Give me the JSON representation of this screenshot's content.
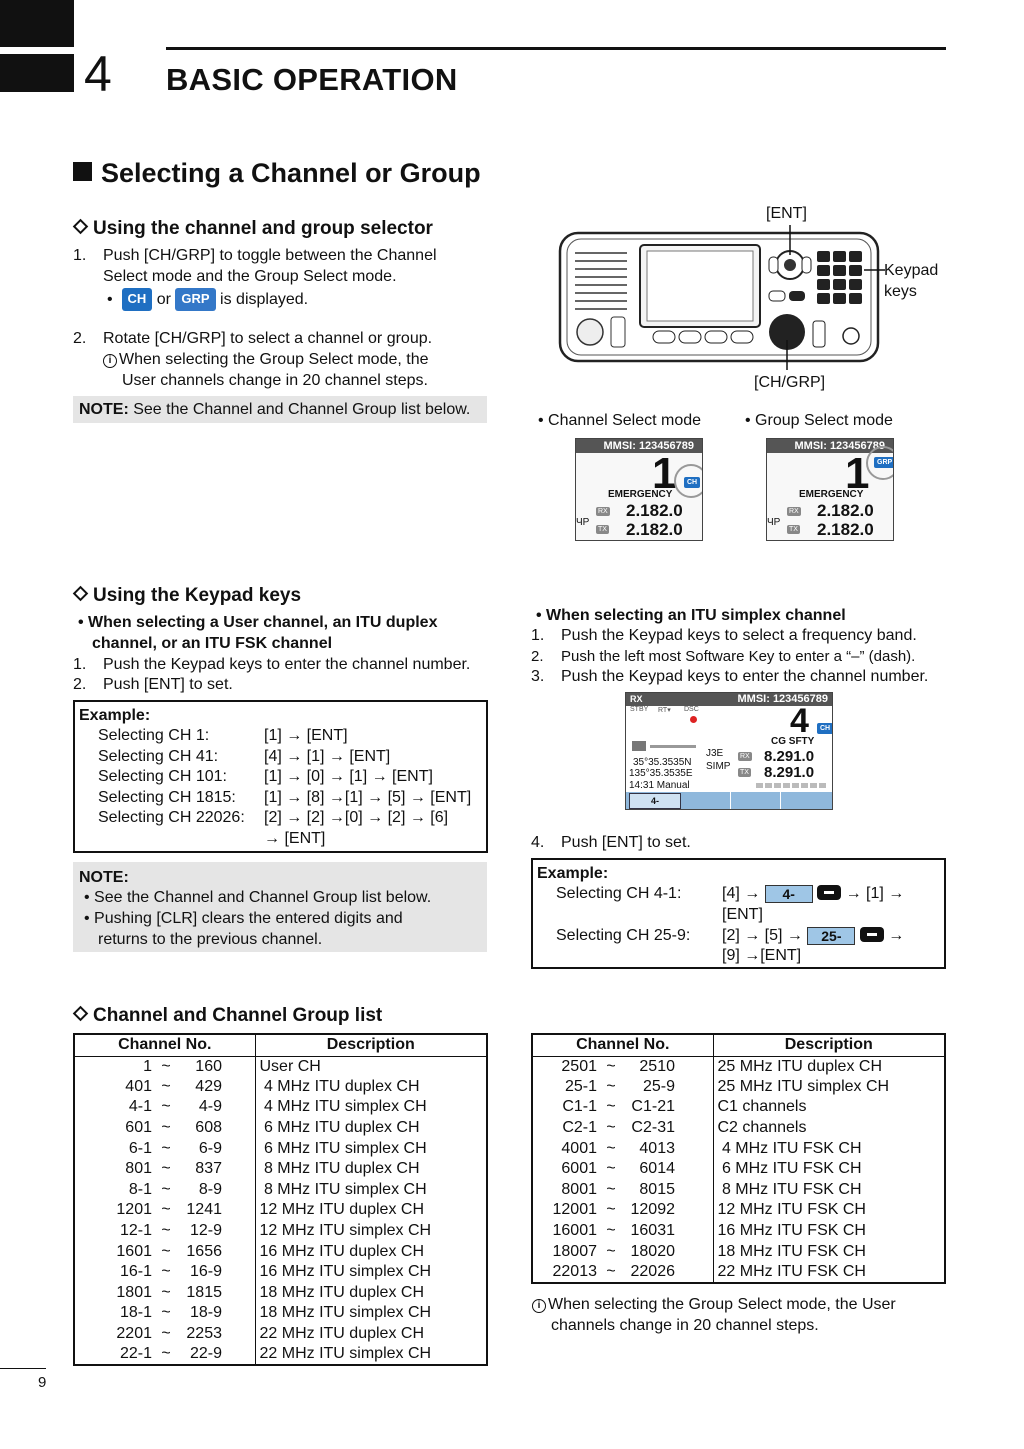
{
  "header": {
    "chapter_number": "4",
    "chapter_title": "BASIC OPERATION"
  },
  "section_title": "Selecting a Channel or Group",
  "selector": {
    "heading": "Using the channel and group selector",
    "step1": {
      "num": "1.",
      "line1": "Push [CH/GRP] to toggle between the Channel",
      "line2": "Select mode and the Group Select mode."
    },
    "displayed": {
      "bullet": "•",
      "ch": "CH",
      "or": "or",
      "grp": "GRP",
      "rest": "is displayed."
    },
    "step2": {
      "num": "2.",
      "line1": "Rotate [CH/GRP] to select a channel or group."
    },
    "info": {
      "line1": "When selecting the Group Select mode, the",
      "line2": "User channels change in 20 channel steps."
    },
    "note": {
      "label": "NOTE:",
      "text": "See the Channel and Channel Group list below."
    }
  },
  "radio": {
    "ent_label": "[ENT]",
    "keypad_label1": "Keypad",
    "keypad_label2": "keys",
    "chgrp_label": "[CH/GRP]"
  },
  "modes": {
    "channel": {
      "caption": "• Channel Select mode",
      "mmsi": "MMSI: 123456789",
      "channel": "1",
      "badge": "CH",
      "name": "EMERGENCY",
      "rx": "RX",
      "tx": "TX",
      "rx_freq": "2.182.0",
      "tx_freq": "2.182.0",
      "side": "ЧP"
    },
    "group": {
      "caption": "• Group Select mode",
      "mmsi": "MMSI: 123456789",
      "channel": "1",
      "badge": "GRP",
      "name": "EMERGENCY",
      "rx": "RX",
      "tx": "TX",
      "rx_freq": "2.182.0",
      "tx_freq": "2.182.0",
      "side": "ЧP"
    }
  },
  "keypad": {
    "heading": "Using the Keypad keys",
    "bullet_line1": "• When selecting a User channel, an ITU duplex",
    "bullet_line2": "channel, or an ITU FSK channel",
    "step1": {
      "num": "1.",
      "text": "Push the Keypad keys to enter the channel number."
    },
    "step2": {
      "num": "2.",
      "text": "Push [ENT] to set."
    },
    "example": {
      "label": "Example:",
      "rows": [
        {
          "label": "Selecting CH 1:",
          "keys": "[1] → [ENT]"
        },
        {
          "label": "Selecting CH 41:",
          "keys": "[4] → [1] → [ENT]"
        },
        {
          "label": "Selecting CH 101:",
          "keys": "[1] → [0] → [1] → [ENT]"
        },
        {
          "label": "Selecting CH 1815:",
          "keys": "[1] → [8] →[1] → [5] → [ENT]"
        },
        {
          "label": "Selecting CH 22026:",
          "keys": "[2] → [2] →[0] → [2] → [6]"
        }
      ],
      "continuation": "→ [ENT]"
    },
    "note": {
      "label": "NOTE:",
      "bullet1": "• See the Channel and Channel Group list below.",
      "bullet2_line1": "• Pushing [CLR] clears the entered digits and",
      "bullet2_line2": "returns to the previous channel."
    }
  },
  "simplex": {
    "bullet": "• When selecting an ITU simplex channel",
    "step1": {
      "num": "1.",
      "text": "Push the Keypad keys to select a frequency band."
    },
    "step2": {
      "num": "2.",
      "text": "Push the left most Software Key to enter a “–” (dash)."
    },
    "step3": {
      "num": "3.",
      "text": "Push the Keypad keys to enter the channel number."
    },
    "screen": {
      "rx": "RX",
      "mmsi": "MMSI: 123456789",
      "tabs": [
        "STBY",
        "RT▾",
        "DSC"
      ],
      "channel": "4",
      "badge": "CH",
      "name": "CG SFTY",
      "mode1": "J3E",
      "mode2": "SIMP",
      "rxl": "RX",
      "txl": "TX",
      "rx_freq": "8.291.0",
      "tx_freq": "8.291.0",
      "lat": "35°35.3535N",
      "lon": "135°35.3535E",
      "time": "14:31 Manual",
      "softkey": "4-"
    },
    "step4": {
      "num": "4.",
      "text": "Push [ENT] to set."
    },
    "example": {
      "label": "Example:",
      "row1": {
        "label": "Selecting CH 4-1:",
        "pre": "[4] →",
        "cell": "4-",
        "post": "→ [1] →",
        "cont": "[ENT]"
      },
      "row2": {
        "label": "Selecting CH 25-9:",
        "pre": "[2] → [5] →",
        "cell": "25-",
        "post": "→",
        "cont": "[9] →[ENT]"
      }
    }
  },
  "list": {
    "heading": "Channel and Channel Group list",
    "col1": "Channel No.",
    "col2": "Description",
    "tilde": "~",
    "left": [
      {
        "from": "1",
        "to": "160",
        "desc": "User CH"
      },
      {
        "from": "401",
        "to": "429",
        "desc": " 4 MHz ITU duplex CH"
      },
      {
        "from": "4-1",
        "to": "4-9",
        "desc": " 4 MHz ITU simplex CH"
      },
      {
        "from": "601",
        "to": "608",
        "desc": " 6 MHz ITU duplex CH"
      },
      {
        "from": "6-1",
        "to": "6-9",
        "desc": " 6 MHz ITU simplex CH"
      },
      {
        "from": "801",
        "to": "837",
        "desc": " 8 MHz ITU duplex CH"
      },
      {
        "from": "8-1",
        "to": "8-9",
        "desc": " 8 MHz ITU simplex CH"
      },
      {
        "from": "1201",
        "to": "1241",
        "desc": "12 MHz ITU duplex CH"
      },
      {
        "from": "12-1",
        "to": "12-9",
        "desc": "12 MHz ITU simplex CH"
      },
      {
        "from": "1601",
        "to": "1656",
        "desc": "16 MHz ITU duplex CH"
      },
      {
        "from": "16-1",
        "to": "16-9",
        "desc": "16 MHz ITU simplex CH"
      },
      {
        "from": "1801",
        "to": "1815",
        "desc": "18 MHz ITU duplex CH"
      },
      {
        "from": "18-1",
        "to": "18-9",
        "desc": "18 MHz ITU simplex CH"
      },
      {
        "from": "2201",
        "to": "2253",
        "desc": "22 MHz ITU duplex CH"
      },
      {
        "from": "22-1",
        "to": "22-9",
        "desc": "22 MHz ITU simplex CH"
      }
    ],
    "right": [
      {
        "from": "2501",
        "to": "2510",
        "desc": "25 MHz ITU duplex CH"
      },
      {
        "from": "25-1",
        "to": "25-9",
        "desc": "25 MHz ITU simplex CH"
      },
      {
        "from": "C1-1",
        "to": "C1-21",
        "desc": "C1 channels"
      },
      {
        "from": "C2-1",
        "to": "C2-31",
        "desc": "C2 channels"
      },
      {
        "from": "4001",
        "to": "4013",
        "desc": " 4 MHz ITU FSK CH"
      },
      {
        "from": "6001",
        "to": "6014",
        "desc": " 6 MHz ITU FSK CH"
      },
      {
        "from": "8001",
        "to": "8015",
        "desc": " 8 MHz ITU FSK CH"
      },
      {
        "from": "12001",
        "to": "12092",
        "desc": "12 MHz ITU FSK CH"
      },
      {
        "from": "16001",
        "to": "16031",
        "desc": "16 MHz ITU FSK CH"
      },
      {
        "from": "18007",
        "to": "18020",
        "desc": "18 MHz ITU FSK CH"
      },
      {
        "from": "22013",
        "to": "22026",
        "desc": "22 MHz ITU FSK CH"
      }
    ],
    "info_line1": "When selecting the Group Select mode, the User",
    "info_line2": "channels change in 20 channel steps."
  },
  "page_number": "9"
}
